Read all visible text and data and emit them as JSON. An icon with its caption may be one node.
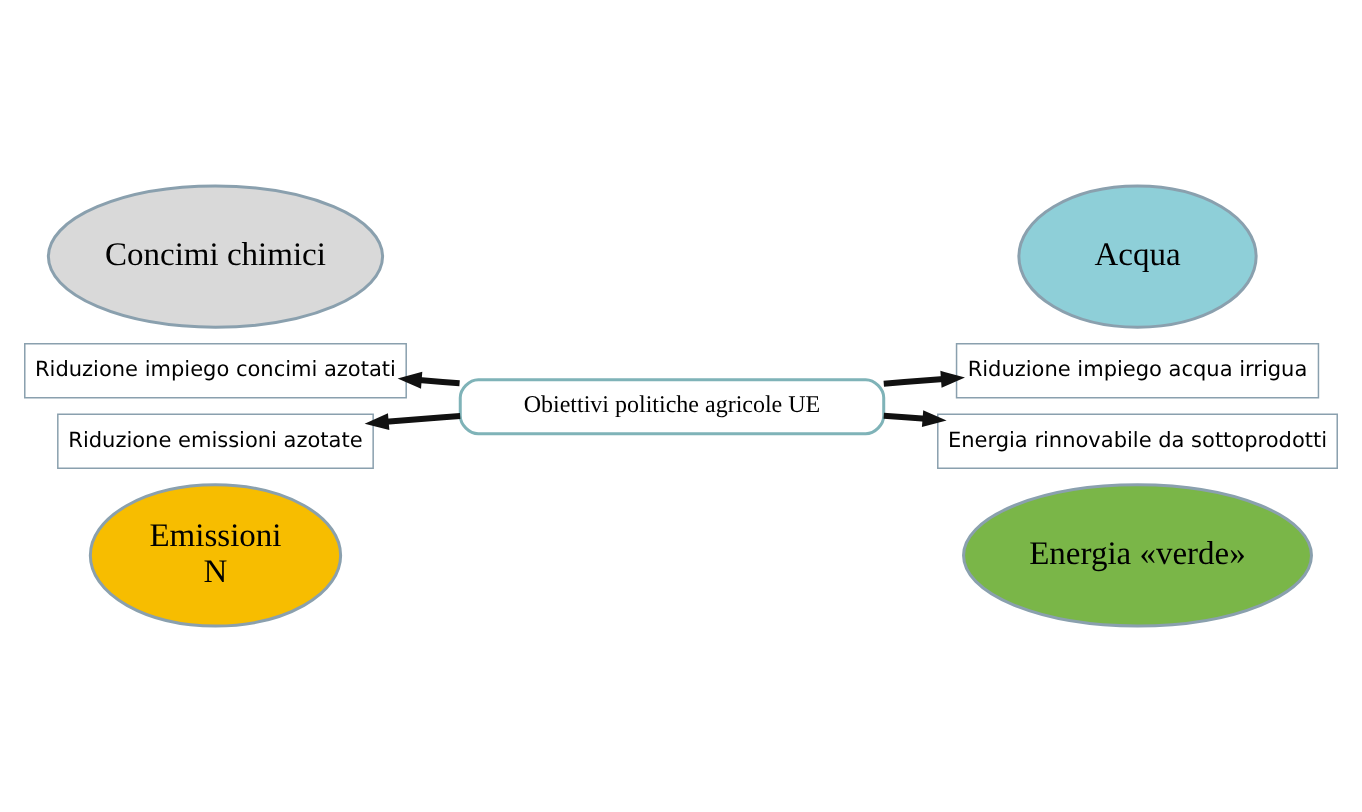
{
  "diagram": {
    "nodes": [
      {
        "text": [
          "Obiettivi politiche agricole UE"
        ]
      },
      {
        "text": [
          "Concimi chimici"
        ]
      },
      {
        "text": [
          "Acqua"
        ]
      },
      {
        "text": [
          "Riduzione impiego concimi azotati"
        ]
      },
      {
        "text": [
          "Riduzione impiego acqua irrigua"
        ]
      },
      {
        "text": [
          "Riduzione emissioni azotate"
        ]
      },
      {
        "text": [
          "Energia rinnovabile da sottoprodotti"
        ]
      },
      {
        "text": [
          "Emissioni",
          "N"
        ]
      },
      {
        "text": [
          "Energia «verde»"
        ]
      }
    ],
    "edges": [
      {
        "from": 0,
        "to": 3,
        "arrow": "to"
      },
      {
        "from": 0,
        "to": 4,
        "arrow": "to"
      },
      {
        "from": 0,
        "to": 5,
        "arrow": "to"
      },
      {
        "from": 0,
        "to": 6,
        "arrow": "to"
      }
    ]
  }
}
